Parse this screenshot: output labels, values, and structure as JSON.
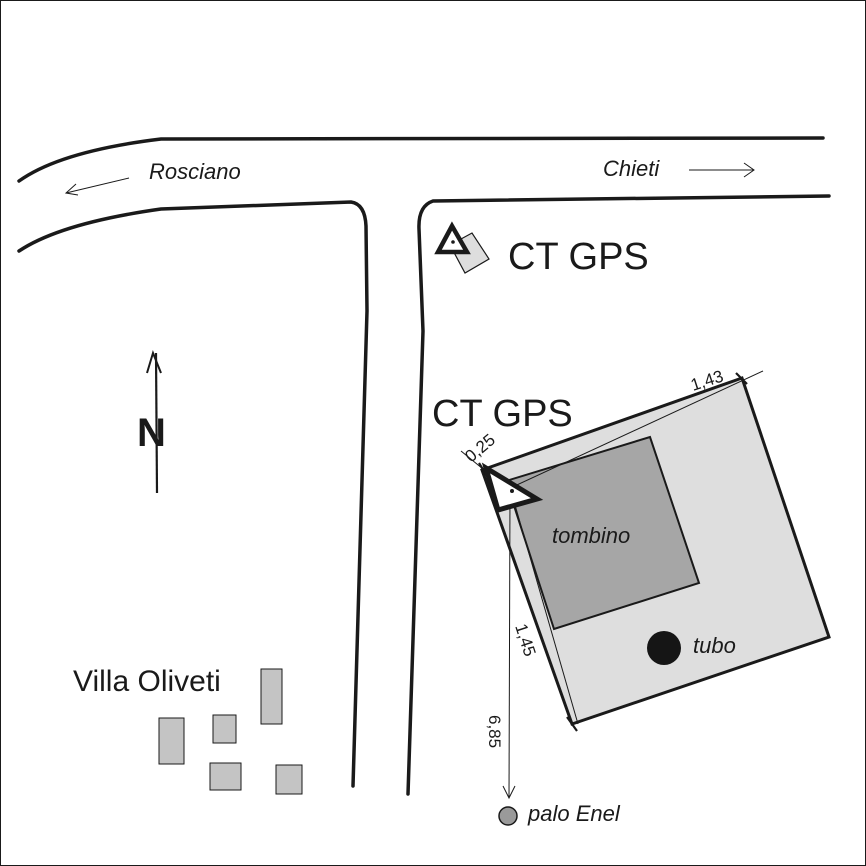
{
  "labels": {
    "rosciano": "Rosciano",
    "chieti": "Chieti",
    "ct_gps_upper": "CT GPS",
    "ct_gps_lower": "CT GPS",
    "north": "N",
    "villa": "Villa Oliveti",
    "tombino": "tombino",
    "tubo": "tubo",
    "palo": "palo Enel"
  },
  "dimensions": {
    "d_0_25": "0,25",
    "d_1_43": "1,43",
    "d_1_45": "1,45",
    "d_6_85": "6,85"
  },
  "colors": {
    "line": "#1a1a1a",
    "slab_fill": "#dedede",
    "tombino_fill": "#a6a6a6",
    "building_fill": "#c4c4c4",
    "tubo_fill": "#151515",
    "palo_fill": "#9a9a9a"
  }
}
